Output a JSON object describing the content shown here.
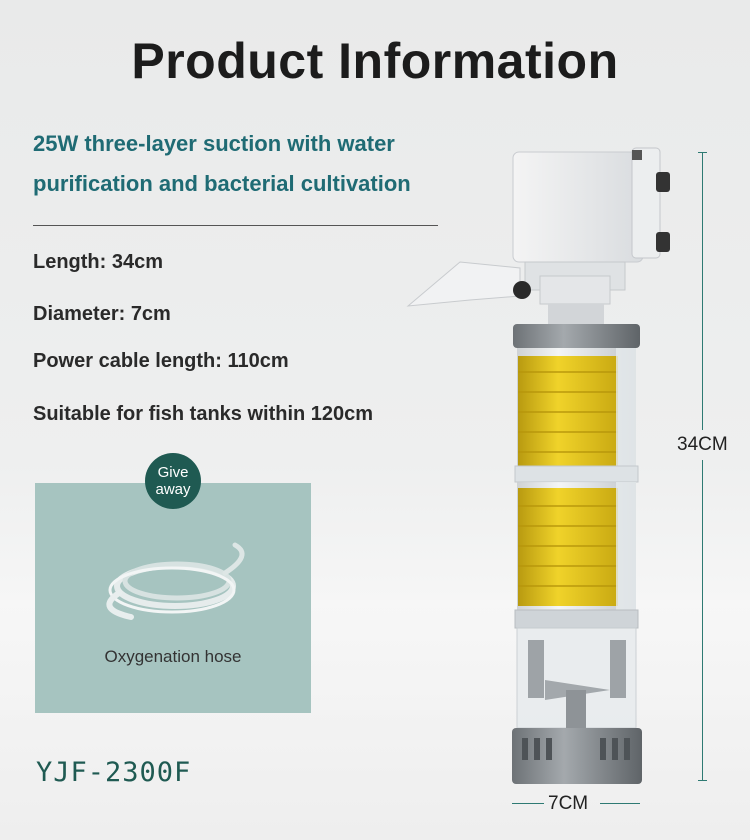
{
  "header": {
    "title": "Product Information"
  },
  "description": {
    "line1": "25W three-layer suction with water",
    "line2": "purification and bacterial cultivation"
  },
  "specs": [
    "Length: 34cm",
    "Diameter: 7cm",
    "Power cable length: 110cm",
    "Suitable for fish tanks within 120cm"
  ],
  "gift": {
    "badge_line1": "Give",
    "badge_line2": "away",
    "item_label": "Oxygenation hose"
  },
  "model": "YJF-2300F",
  "dimensions": {
    "height": "34CM",
    "diameter": "7CM"
  },
  "colors": {
    "accent": "#1f6b74",
    "badge": "#1f5a52",
    "panel": "#a6c4c0",
    "sponge": "#e8c91c"
  }
}
